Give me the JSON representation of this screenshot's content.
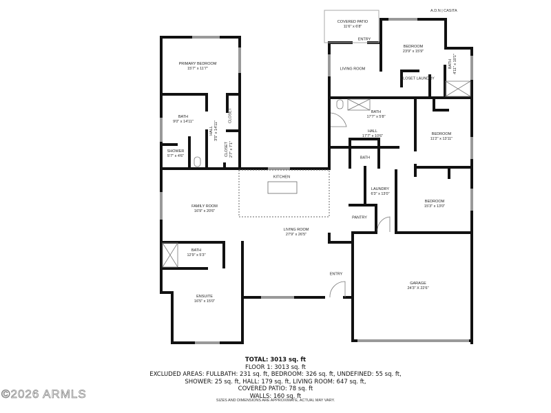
{
  "header_tag": "A.D.N | CASITA",
  "rooms": {
    "primary_bedroom": {
      "name": "PRIMARY BEDROOM",
      "dims": "15'7\" x 11'7\""
    },
    "primary_bath": {
      "name": "BATH",
      "dims": "9'0\" x 14'11\""
    },
    "hall_left": {
      "name": "HALL",
      "dims": "3'5\" x 14'11\""
    },
    "closet_1": {
      "name": "CLOSET"
    },
    "closet_2": {
      "name": "CLOSET",
      "dims": "2'7\" x 7'1\""
    },
    "shower": {
      "name": "SHOWER",
      "dims": "5'7\" x 4'6\""
    },
    "kitchen": {
      "name": "KITCHEN"
    },
    "family_room": {
      "name": "FAMILY ROOM",
      "dims": "16'9\" x 20'6\""
    },
    "living_room": {
      "name": "LIVING ROOM",
      "dims": "27'9\" x 26'5\""
    },
    "bath_left": {
      "name": "BATH",
      "dims": "12'9\" x 5'3\""
    },
    "ensuite": {
      "name": "ENSUITE",
      "dims": "16'5\" x 15'0\""
    },
    "entry_main": {
      "name": "ENTRY"
    },
    "garage": {
      "name": "GARAGE",
      "dims": "24'3\" X 22'6\""
    },
    "pantry": {
      "name": "PANTRY"
    },
    "laundry": {
      "name": "LAUNDRY",
      "dims": "6'3\" x 13'0\""
    },
    "bedroom_3": {
      "name": "BEDROOM",
      "dims": "15'3\" x 13'0\""
    },
    "bath_hall": {
      "name": "BATH"
    },
    "hall_right": {
      "name": "HALL",
      "dims": "17'7\" x 10'6\""
    },
    "bedroom_2": {
      "name": "BEDROOM",
      "dims": "11'2\" x 13'11\""
    },
    "bath_casita2": {
      "name": "BATH",
      "dims": "17'7\" x 5'8\""
    },
    "covered_patio": {
      "name": "COVERED PATIO",
      "dims": "11'6\" x 6'8\""
    },
    "entry_casita": {
      "name": "ENTRY"
    },
    "living_casita": {
      "name": "LIVING ROOM"
    },
    "bedroom_casita": {
      "name": "BEDROOM",
      "dims": "23'9\" x 15'9\""
    },
    "closet_laundry": {
      "name": "CLOSET LAUNDRY"
    },
    "bath_casita": {
      "name": "BATH",
      "dims": "4'11\" x 10'1\""
    }
  },
  "summary": {
    "total": "TOTAL: 3013 sq. ft",
    "floor": "FLOOR 1: 3013 sq. ft",
    "excluded_1": "EXCLUDED AREAS: FULLBATH: 231 sq. ft, BEDROOM: 326 sq. ft, UNDEFINED: 55 sq. ft,",
    "excluded_2": "SHOWER: 25 sq. ft, HALL: 179 sq. ft, LIVING ROOM: 647 sq. ft,",
    "excluded_3": "COVERED PATIO: 78 sq. ft",
    "walls": "WALLS: 160 sq. ft"
  },
  "disclaimer": "SIZES AND DIMENSIONS ARE APPROXIMATE, ACTUAL MAY VARY.",
  "watermark": "©2026 ARMLS"
}
